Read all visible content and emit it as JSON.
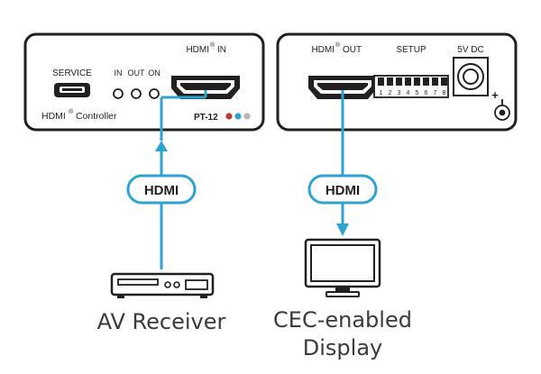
{
  "left_panel": {
    "hdmi_in_label": "HDMI",
    "hdmi_in_suffix": "IN",
    "service_label": "SERVICE",
    "led_labels": [
      "IN",
      "OUT",
      "ON"
    ],
    "controller_prefix": "HDMI",
    "controller_suffix": "Controller",
    "model": "PT-12",
    "model_dot_colors": [
      "#c0392b",
      "#2ea3d1",
      "#b5b5b5"
    ]
  },
  "right_panel": {
    "hdmi_out_label": "HDMI",
    "hdmi_out_suffix": "OUT",
    "setup_label": "SETUP",
    "dip_numbers": [
      "1",
      "2",
      "3",
      "4",
      "5",
      "6",
      "7",
      "8"
    ],
    "power_label": "5V DC",
    "power_plus": "+"
  },
  "cables": [
    {
      "label": "HDMI"
    },
    {
      "label": "HDMI"
    }
  ],
  "devices": {
    "source": {
      "label": "AV Receiver",
      "icon": "av-receiver-icon"
    },
    "sink": {
      "label_line1": "CEC-enabled",
      "label_line2": "Display",
      "icon": "monitor-icon"
    }
  },
  "colors": {
    "cable": "#2ea3d1",
    "outline": "#231f20"
  }
}
